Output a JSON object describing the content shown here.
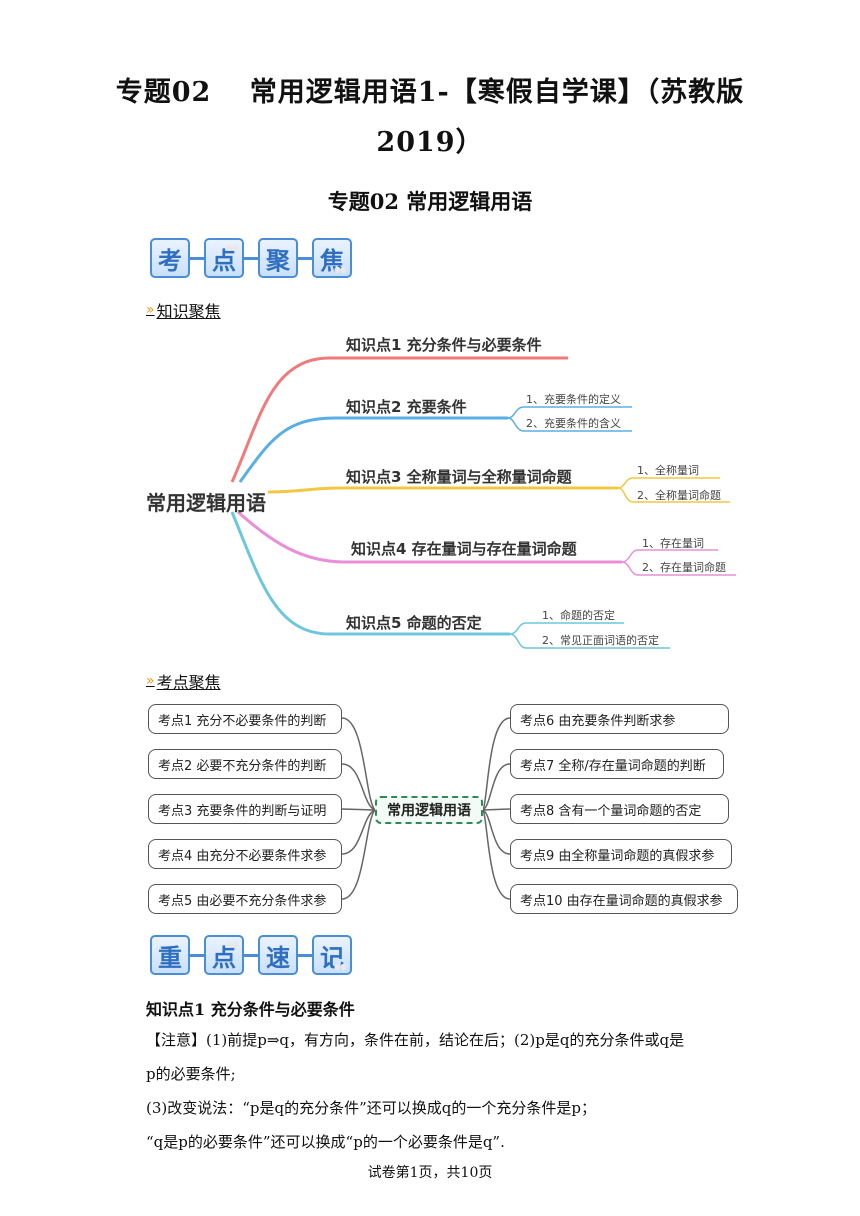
{
  "header": {
    "title_line1": "专题02　 常用逻辑用语1-【寒假自学课】（苏教版",
    "title_line2": "2019）",
    "subtitle": "专题02 常用逻辑用语"
  },
  "badges_top": [
    "考",
    "点",
    "聚",
    "焦"
  ],
  "badges_bottom": [
    "重",
    "点",
    "速",
    "记"
  ],
  "section1_label": "知识聚焦",
  "section2_label": "考点聚焦",
  "knowledge_map": {
    "center": "常用逻辑用语",
    "nodes": [
      {
        "label": "知识点1  充分条件与必要条件",
        "subs": [],
        "color": "#f07a7a"
      },
      {
        "label": "知识点2  充要条件",
        "subs": [
          "1、充要条件的定义",
          "2、充要条件的含义"
        ],
        "color": "#5aaee6"
      },
      {
        "label": "知识点3  全称量词与全称量词命题",
        "subs": [
          "1、全称量词",
          "2、全称量词命题"
        ],
        "color": "#f2c744"
      },
      {
        "label": "知识点4  存在量词与存在量词命题",
        "subs": [
          "1、存在量词",
          "2、存在量词命题"
        ],
        "color": "#e98fd8"
      },
      {
        "label": "知识点5  命题的否定",
        "subs": [
          "1、命题的否定",
          "2、常见正面词语的否定"
        ],
        "color": "#6cc7de"
      }
    ]
  },
  "exam_map": {
    "center": "常用逻辑用语",
    "left": [
      "考点1  充分不必要条件的判断",
      "考点2  必要不充分条件的判断",
      "考点3  充要条件的判断与证明",
      "考点4  由充分不必要条件求参",
      "考点5  由必要不充分条件求参"
    ],
    "right": [
      "考点6  由充要条件判断求参",
      "考点7  全称/存在量词命题的判断",
      "考点8  含有一个量词命题的否定",
      "考点9  由全称量词命题的真假求参",
      "考点10  由存在量词命题的真假求参"
    ]
  },
  "content": {
    "heading": "知识点1 充分条件与必要条件",
    "p1": "【注意】(1)前提p⇒q，有方向，条件在前，结论在后；(2)p是q的充分条件或q是",
    "p2": "p的必要条件;",
    "p3": "(3)改变说法：“p是q的充分条件”还可以换成q的一个充分条件是p；",
    "p4": "“q是p的必要条件”还可以换成“p的一个必要条件是q”."
  },
  "footer": "试卷第1页，共10页",
  "colors": {
    "badge_border": "#4a8fd6",
    "badge_text": "#2f6fc0",
    "arrow": "#e89a1e",
    "dashed_center": "#2e8b57"
  }
}
